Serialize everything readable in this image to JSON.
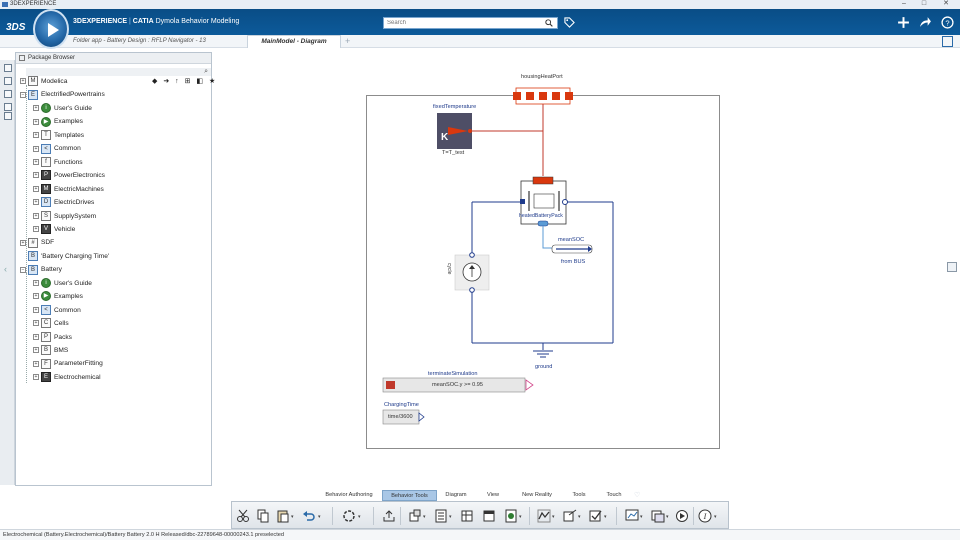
{
  "window": {
    "title": "3DEXPERIENCE",
    "minimize": "–",
    "maximize": "□",
    "close": "✕"
  },
  "header": {
    "brand_3d": "3DEXPERIENCE",
    "separator": " | ",
    "brand_catia": "CATIA",
    "app_name": "Dymola Behavior Modeling",
    "search_placeholder": "Search",
    "breadcrumb": "Folder app - Battery Design : RFLP Navigator - 13"
  },
  "document_tab": {
    "label": "MainModel - Diagram",
    "add": "+"
  },
  "package_browser": {
    "title": "Package Browser",
    "nav_tools": "◆ ➜ ↑ ⊞ ◧ ★",
    "items": [
      {
        "label": "Modelica",
        "expander": "+",
        "icon": "M"
      },
      {
        "label": "ElectrifiedPowertrains",
        "expander": "−",
        "icon": "E"
      },
      {
        "label": "User's Guide",
        "expander": "+",
        "icon": "i"
      },
      {
        "label": "Examples",
        "expander": "+",
        "icon": "▶"
      },
      {
        "label": "Templates",
        "expander": "+",
        "icon": "T"
      },
      {
        "label": "Common",
        "expander": "+",
        "icon": "<"
      },
      {
        "label": "Functions",
        "expander": "+",
        "icon": "f"
      },
      {
        "label": "PowerElectronics",
        "expander": "+",
        "icon": "P"
      },
      {
        "label": "ElectricMachines",
        "expander": "+",
        "icon": "M"
      },
      {
        "label": "ElectricDrives",
        "expander": "+",
        "icon": "D"
      },
      {
        "label": "SupplySystem",
        "expander": "+",
        "icon": "S"
      },
      {
        "label": "Vehicle",
        "expander": "+",
        "icon": "V"
      },
      {
        "label": "SDF",
        "expander": "+",
        "icon": "#"
      },
      {
        "label": "'Battery Charging Time'",
        "expander": "",
        "icon": "B"
      },
      {
        "label": "Battery",
        "expander": "−",
        "icon": "B"
      },
      {
        "label": "User's Guide",
        "expander": "+",
        "icon": "i"
      },
      {
        "label": "Examples",
        "expander": "+",
        "icon": "▶"
      },
      {
        "label": "Common",
        "expander": "+",
        "icon": "<"
      },
      {
        "label": "Cells",
        "expander": "+",
        "icon": "C"
      },
      {
        "label": "Packs",
        "expander": "+",
        "icon": "P"
      },
      {
        "label": "BMS",
        "expander": "+",
        "icon": "B"
      },
      {
        "label": "ParameterFitting",
        "expander": "+",
        "icon": "F"
      },
      {
        "label": "Electrochemical",
        "expander": "+",
        "icon": "E"
      }
    ]
  },
  "diagram": {
    "housing_heat_port": "housingHeatPort",
    "fixed_temperature": "fixedTemperature",
    "fixed_temperature_symbol": "K",
    "fixed_temperature_param": "T=T_test",
    "battery_pack": "heatedBatteryPack",
    "mean_soc_label": "meanSOC",
    "from_bus": "from BUS",
    "cycle_label": "cycle",
    "ground": "ground",
    "terminate_simulation": "terminateSimulation",
    "terminate_condition": "meanSOC.y >= 0.95",
    "charging_time": "ChargingTime",
    "charging_time_expr": "time/3600"
  },
  "bottom_tabs": [
    {
      "label": "Behavior Authoring",
      "active": false
    },
    {
      "label": "Behavior Tools",
      "active": true
    },
    {
      "label": "Diagram",
      "active": false
    },
    {
      "label": "View",
      "active": false
    },
    {
      "label": "New Reality",
      "active": false
    },
    {
      "label": "Tools",
      "active": false
    },
    {
      "label": "Touch",
      "active": false
    }
  ],
  "status_text": "Electrochemical (Battery.Electrochemical)/Battery Battery 2.0 H Released/dbc-22789648-00000243.1 preselected",
  "colors": {
    "header": "#0c5a9a",
    "wire_red": "#c0392b",
    "wire_blue": "#1f3b8c",
    "port_red": "#d9380e",
    "active_tab": "#a9c7e6"
  }
}
